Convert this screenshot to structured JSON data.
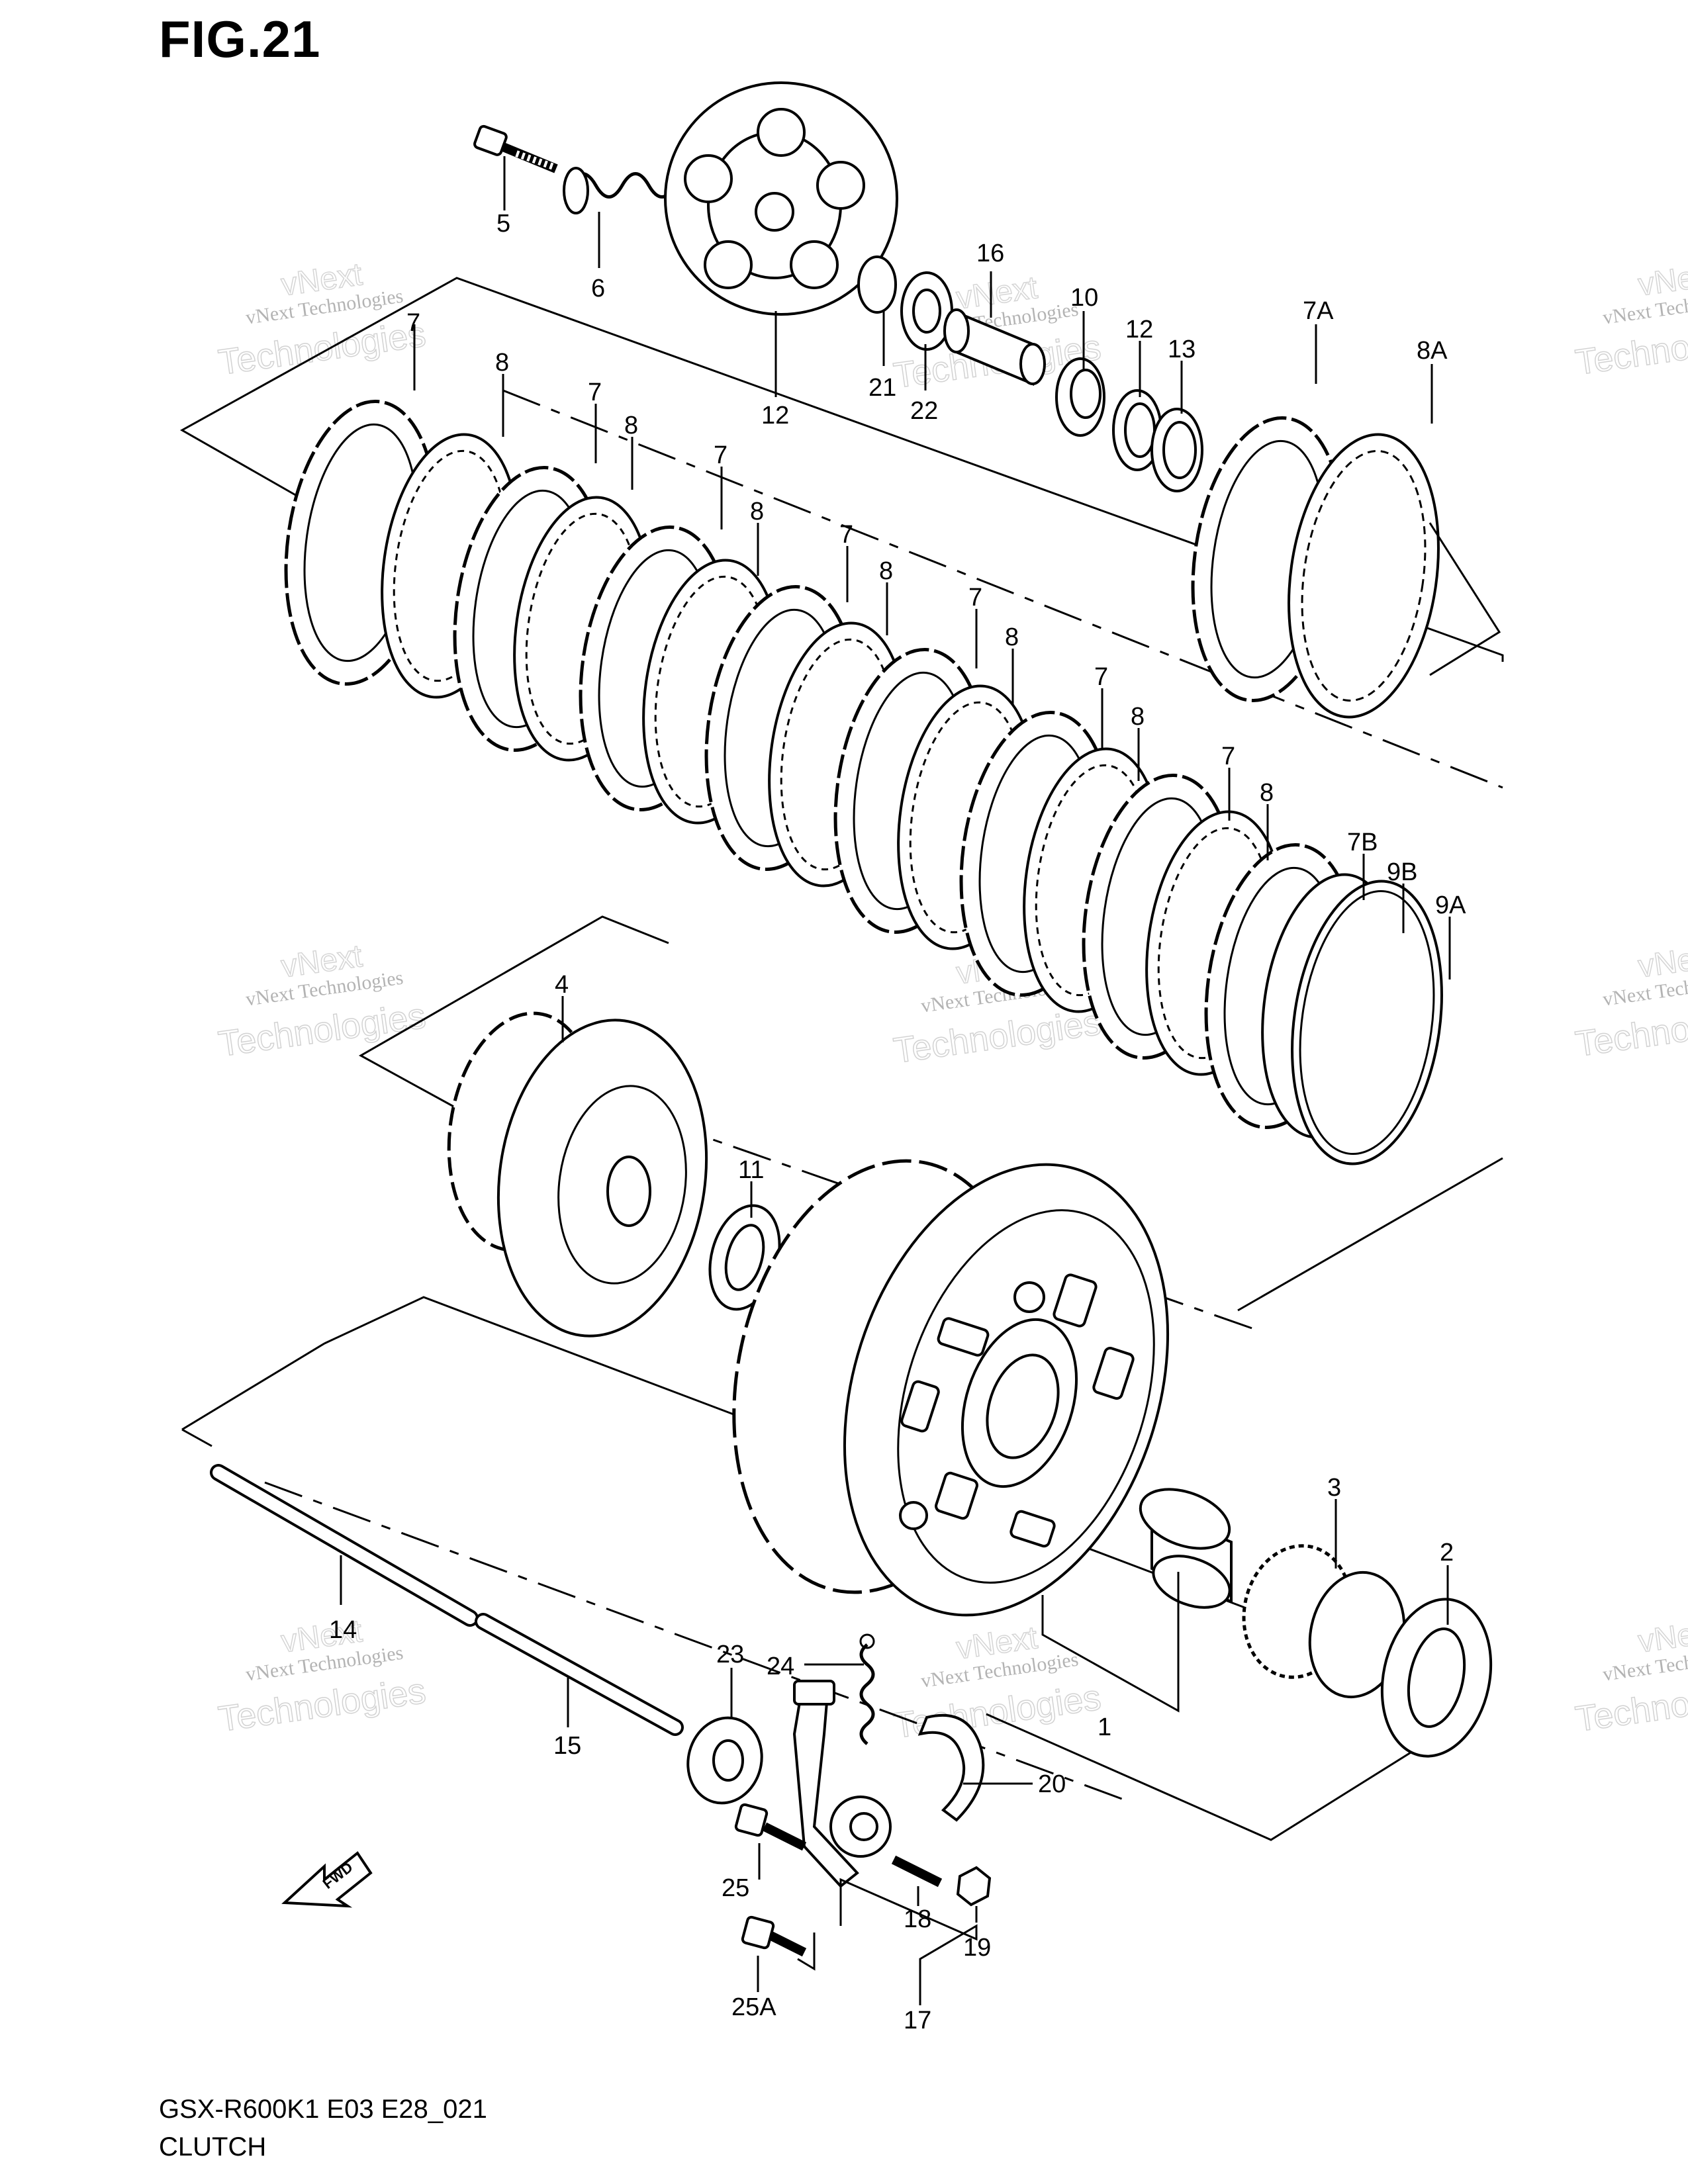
{
  "figure_title": "FIG.21",
  "footer": {
    "model_code": "GSX-R600K1 E03 E28_021",
    "group_name": "CLUTCH"
  },
  "watermark": {
    "line1": "vNext Technologies",
    "line2": "Technologies",
    "line3": "vNext"
  },
  "fwd_label": "FWD",
  "labels": {
    "p5": "5",
    "p6": "6",
    "p12a": "12",
    "p21": "21",
    "p22": "22",
    "p16": "16",
    "p10": "10",
    "p12b": "12",
    "p13": "13",
    "p7A": "7A",
    "p8A": "8A",
    "p7_1": "7",
    "p8_1": "8",
    "p7_2": "7",
    "p8_2": "8",
    "p7_3": "7",
    "p8_3": "8",
    "p7_4": "7",
    "p8_4": "8",
    "p7_5": "7",
    "p8_5": "8",
    "p7_6": "7",
    "p8_6": "8",
    "p7_7": "7",
    "p8_7": "8",
    "p7B": "7B",
    "p9B": "9B",
    "p9A": "9A",
    "p4": "4",
    "p11": "11",
    "p3": "3",
    "p2": "2",
    "p1": "1",
    "p14": "14",
    "p15": "15",
    "p23": "23",
    "p24": "24",
    "p20": "20",
    "p25": "25",
    "p25A": "25A",
    "p18": "18",
    "p19": "19",
    "p17": "17"
  }
}
